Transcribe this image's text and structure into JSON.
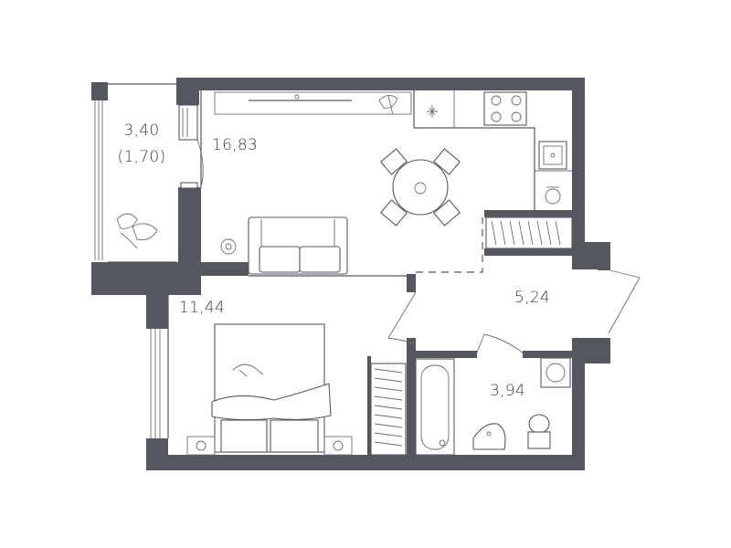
{
  "plan": {
    "rooms": {
      "balcony": {
        "area": "3,40",
        "reduced_area": "(1,70)"
      },
      "kitchen_living": {
        "area": "16,83"
      },
      "bedroom": {
        "area": "11,44"
      },
      "hallway": {
        "area": "5,24"
      },
      "bathroom": {
        "area": "3,94"
      }
    }
  },
  "colors": {
    "wall": "#54575e",
    "text": "#3a3d44",
    "background": "#ffffff"
  },
  "icons": [
    "sofa-icon",
    "dining-table-icon",
    "stove-icon",
    "sink-icon",
    "bed-icon",
    "bathtub-icon",
    "toilet-icon",
    "washing-machine-icon",
    "wardrobe-icon",
    "plant-icon",
    "tv-icon",
    "radiator-icon"
  ]
}
